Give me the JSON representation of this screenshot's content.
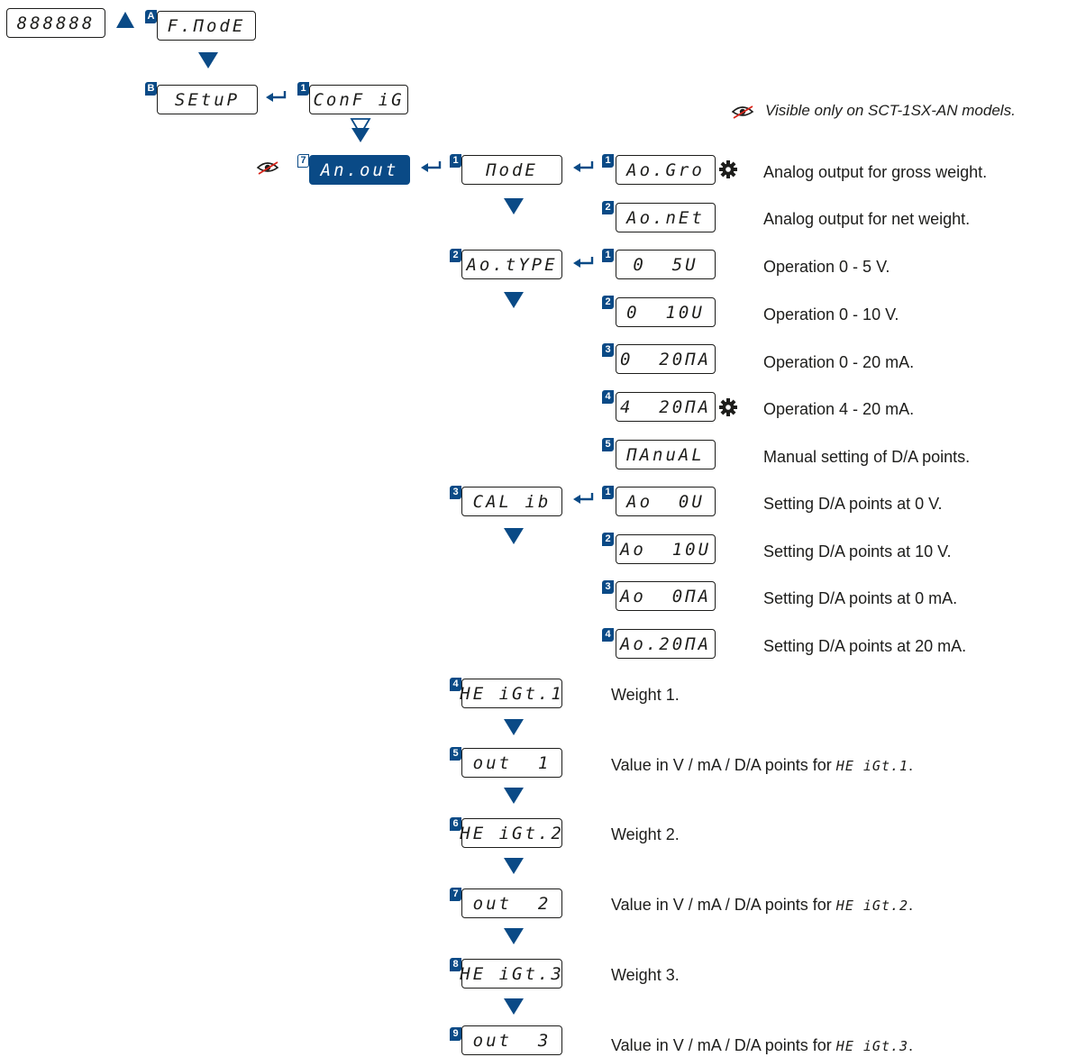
{
  "note": "Visible only on SCT-1SX-AN models.",
  "top": {
    "display": "888888",
    "fmode": {
      "badge": "A",
      "label": "F.ΠodE"
    }
  },
  "setup": {
    "badge": "B",
    "label": "SEtuP"
  },
  "config": {
    "badge": "1",
    "label": "ConF iG"
  },
  "anout": {
    "badge": "7",
    "label": "An.out"
  },
  "mode": {
    "badge": "1",
    "label": "ΠodE",
    "options": [
      {
        "badge": "1",
        "label": "Ao.Gro",
        "desc": "Analog output for gross weight."
      },
      {
        "badge": "2",
        "label": "Ao.nEt",
        "desc": "Analog output for net weight."
      }
    ]
  },
  "aotype": {
    "badge": "2",
    "label": "Ao.tYPE",
    "options": [
      {
        "badge": "1",
        "label": "0  5U",
        "desc": "Operation 0 - 5 V."
      },
      {
        "badge": "2",
        "label": "0  10U",
        "desc": "Operation 0 - 10 V."
      },
      {
        "badge": "3",
        "label": "0  20ΠA",
        "desc": "Operation 0 - 20 mA."
      },
      {
        "badge": "4",
        "label": "4  20ΠA",
        "desc": "Operation 4 - 20 mA."
      },
      {
        "badge": "5",
        "label": "ΠAnuAL",
        "desc": "Manual setting of D/A points."
      }
    ]
  },
  "calib": {
    "badge": "3",
    "label": "CAL ib",
    "options": [
      {
        "badge": "1",
        "label": "Ao  0U",
        "desc": "Setting D/A points at 0 V."
      },
      {
        "badge": "2",
        "label": "Ao  10U",
        "desc": "Setting D/A points at 10 V."
      },
      {
        "badge": "3",
        "label": "Ao  0ΠA",
        "desc": "Setting D/A points at 0 mA."
      },
      {
        "badge": "4",
        "label": "Ao.20ΠA",
        "desc": "Setting D/A points at 20 mA."
      }
    ]
  },
  "seq": [
    {
      "badge": "4",
      "label": "HE iGt.1",
      "desc": "Weight 1."
    },
    {
      "badge": "5",
      "label": "out  1",
      "desc": "Value in V / mA / D/A points for ",
      "ref": "HE iGt.1",
      "end": "."
    },
    {
      "badge": "6",
      "label": "HE iGt.2",
      "desc": "Weight 2."
    },
    {
      "badge": "7",
      "label": "out  2",
      "desc": "Value in V / mA / D/A points for ",
      "ref": "HE iGt.2",
      "end": "."
    },
    {
      "badge": "8",
      "label": "HE iGt.3",
      "desc": "Weight 3."
    },
    {
      "badge": "9",
      "label": "out  3",
      "desc": "Value in V / mA / D/A points for ",
      "ref": "HE iGt.3",
      "end": "."
    }
  ],
  "icons": {
    "eye": "eye-slash-icon",
    "gear": "gear-icon",
    "enter": "enter-arrow-icon",
    "down": "down-triangle-icon",
    "up": "up-triangle-icon"
  },
  "colors": {
    "accent": "#0a4a86",
    "text": "#1d1d1b"
  }
}
